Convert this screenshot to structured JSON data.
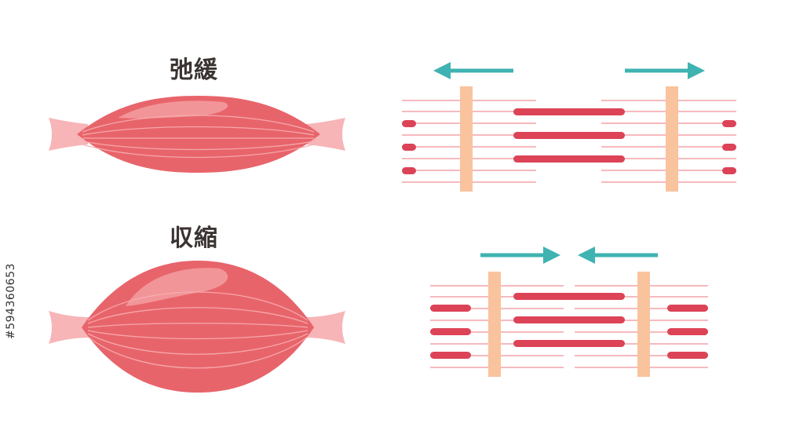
{
  "labels": {
    "relaxed": "弛緩",
    "contracted": "収縮"
  },
  "watermark_id": "#594360653",
  "colors": {
    "muscle_main": "#e8646b",
    "muscle_light": "#f39ea1",
    "tendon": "#f7b5b7",
    "actin": "#f3a3a8",
    "myosin": "#dc4356",
    "z_disc": "#f9c39e",
    "arrow": "#3fb3b1",
    "text": "#3a3331"
  },
  "icons": {
    "arrow_left": "arrow-left-icon",
    "arrow_right": "arrow-right-icon"
  }
}
